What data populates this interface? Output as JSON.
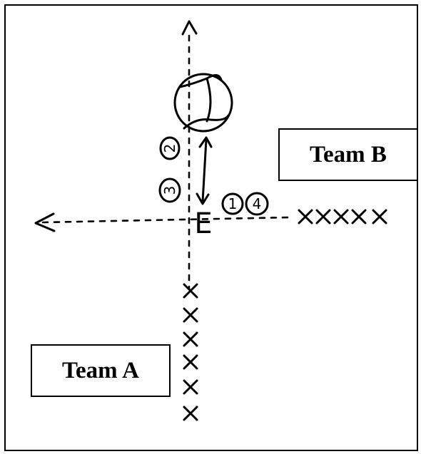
{
  "team_b_label": "Team B",
  "team_a_label": "Team A",
  "center_marker": "E",
  "step_labels": [
    "1",
    "2",
    "3",
    "4"
  ],
  "player_marker": "X"
}
